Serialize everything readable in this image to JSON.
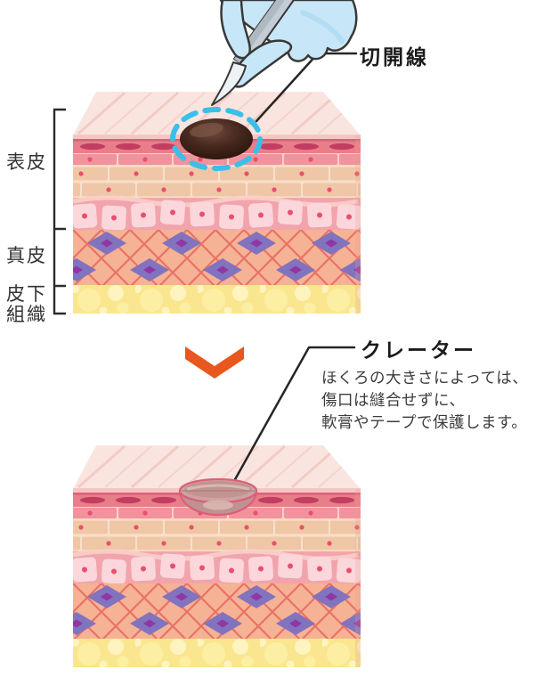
{
  "page": {
    "background": "#ffffff"
  },
  "illustration": {
    "before": {
      "incision_label": "切開線",
      "layers": [
        {
          "id": "epidermis",
          "label": "表皮"
        },
        {
          "id": "dermis",
          "label": "真皮"
        },
        {
          "id": "subcutaneous",
          "label": "皮下組織"
        }
      ]
    },
    "after": {
      "crater_label": "クレーター",
      "note": "ほくろの大きさによっては、\n傷口は縫合せずに、\n軟膏やテープで保護します。"
    },
    "colors": {
      "incision_dash": "#3ABFE9",
      "arrow": "#E8571E",
      "leader": "#262626",
      "glove": "#C7E7F8"
    }
  }
}
